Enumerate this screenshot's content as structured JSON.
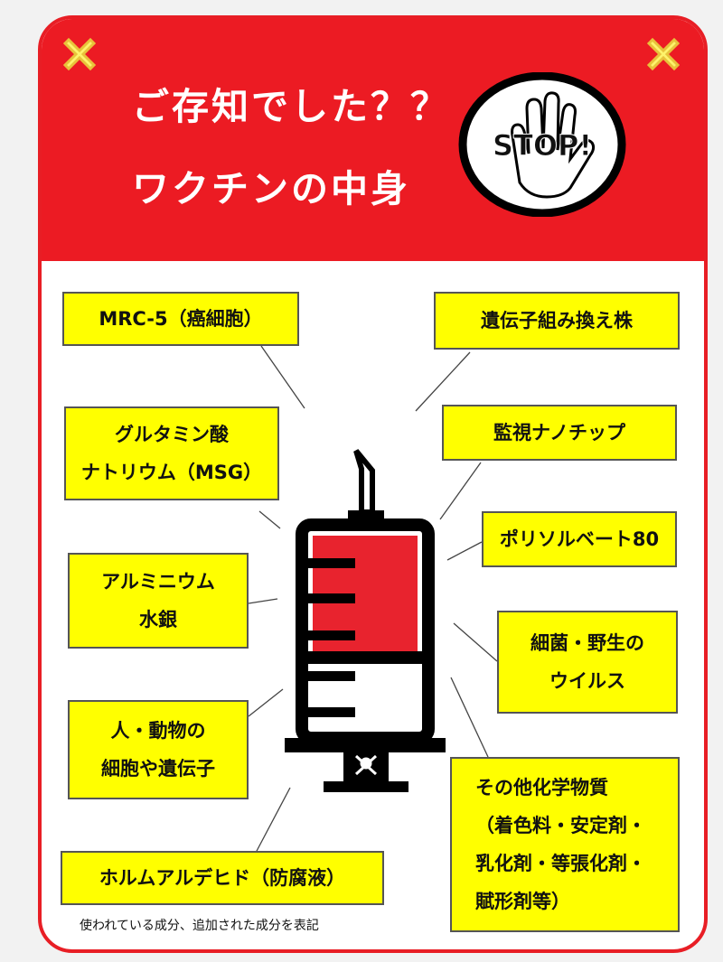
{
  "header": {
    "title_line1": "ご存知でした？？",
    "title_line2": "ワクチンの中身",
    "stop_label": "STOP!",
    "colors": {
      "red": "#ec1b23",
      "yellow": "#ffff00",
      "x_mark": "#f5e66b"
    }
  },
  "labels": {
    "mrc5": "MRC-5（癌細胞）",
    "gmo_strain": "遺伝子組み換え株",
    "msg_line1": "グルタミン酸",
    "msg_line2": "ナトリウム（MSG）",
    "nanochip": "監視ナノチップ",
    "polysorbate": "ポリソルベート80",
    "aluminium_line1": "アルミニウム",
    "aluminium_line2": "水銀",
    "bacteria_line1": "細菌・野生の",
    "bacteria_line2": "ウイルス",
    "human_line1": "人・動物の",
    "human_line2": "細胞や遺伝子",
    "other_line1": "その他化学物質",
    "other_line2": "（着色料・安定剤・",
    "other_line3": "乳化剤・等張化剤・",
    "other_line4": "賦形剤等）",
    "formaldehyde": "ホルムアルデヒド（防腐液）"
  },
  "footnote": "使われている成分、追加された成分を表記"
}
